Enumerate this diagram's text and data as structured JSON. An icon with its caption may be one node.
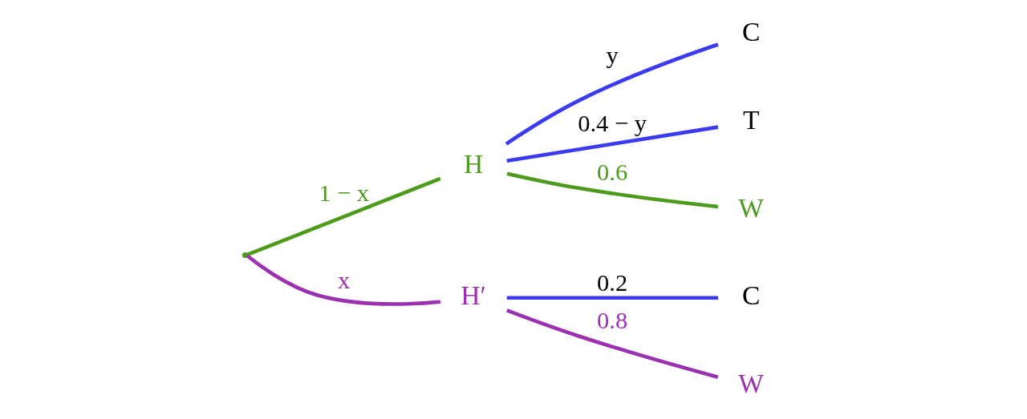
{
  "diagram": {
    "nodes": [
      {
        "text": [],
        "shape": "point"
      },
      {
        "text": [
          "H"
        ]
      },
      {
        "text": [
          "H′"
        ]
      },
      {
        "text": [
          "C"
        ]
      },
      {
        "text": [
          "T"
        ]
      },
      {
        "text": [
          "W"
        ]
      },
      {
        "text": [
          "C"
        ]
      },
      {
        "text": [
          "W"
        ]
      }
    ],
    "edges": [
      {
        "from": 0,
        "to": 1,
        "arrow": "none",
        "label": "1 − x",
        "color": "#4e9a1c"
      },
      {
        "from": 0,
        "to": 2,
        "arrow": "none",
        "label": "x",
        "color": "#9b30b0"
      },
      {
        "from": 1,
        "to": 3,
        "arrow": "none",
        "label": "y",
        "color": "#3a3af0"
      },
      {
        "from": 1,
        "to": 4,
        "arrow": "none",
        "label": "0.4 − y",
        "color": "#3a3af0"
      },
      {
        "from": 1,
        "to": 5,
        "arrow": "none",
        "label": "0.6",
        "color": "#4e9a1c"
      },
      {
        "from": 2,
        "to": 6,
        "arrow": "none",
        "label": "0.2",
        "color": "#3a3af0"
      },
      {
        "from": 2,
        "to": 7,
        "arrow": "none",
        "label": "0.8",
        "color": "#9b30b0"
      }
    ]
  }
}
